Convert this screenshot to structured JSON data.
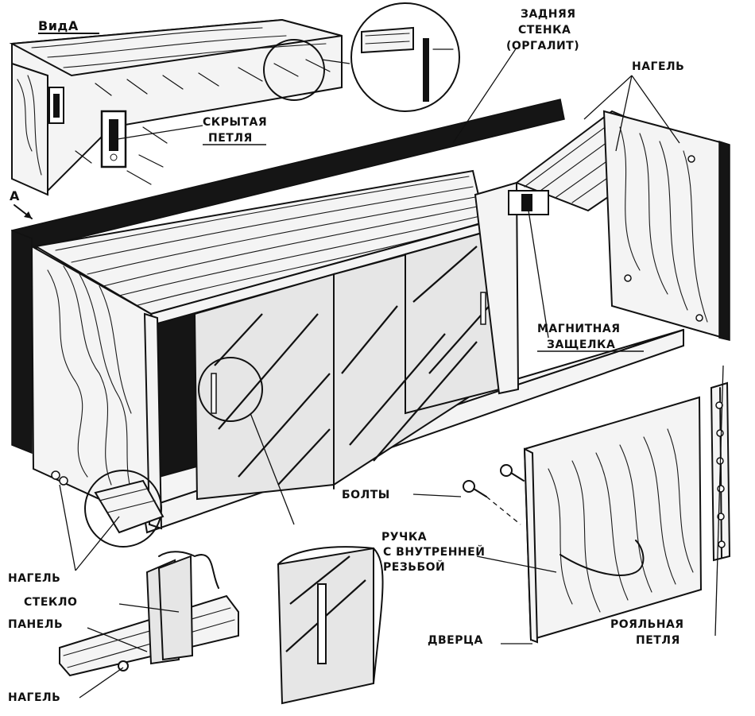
{
  "labels": {
    "view_a": "ВидА",
    "hidden_hinge_1": "СКРЫТАЯ",
    "hidden_hinge_2": "ПЕТЛЯ",
    "back_wall_1": "ЗАДНЯЯ",
    "back_wall_2": "СТЕНКА",
    "back_wall_3": "(ОРГАЛИТ)",
    "dowel_top": "НАГЕЛЬ",
    "marker_a": "А",
    "magnetic_latch_1": "МАГНИТНАЯ",
    "magnetic_latch_2": "ЗАЩЕЛКА",
    "bolts": "БОЛТЫ",
    "handle_1": "РУЧКА",
    "handle_2": "С ВНУТРЕННЕЙ",
    "handle_3": "РЕЗЬБОЙ",
    "door": "ДВЕРЦА",
    "piano_hinge_1": "РОЯЛЬНАЯ",
    "piano_hinge_2": "ПЕТЛЯ",
    "dowel_left": "НАГЕЛЬ",
    "glass": "СТЕКЛО",
    "panel": "ПАНЕЛЬ",
    "dowel_bottom": "НАГЕЛЬ"
  },
  "colors": {
    "ink": "#111111",
    "paper": "#ffffff",
    "glass_tint": "#e6e6e6"
  }
}
